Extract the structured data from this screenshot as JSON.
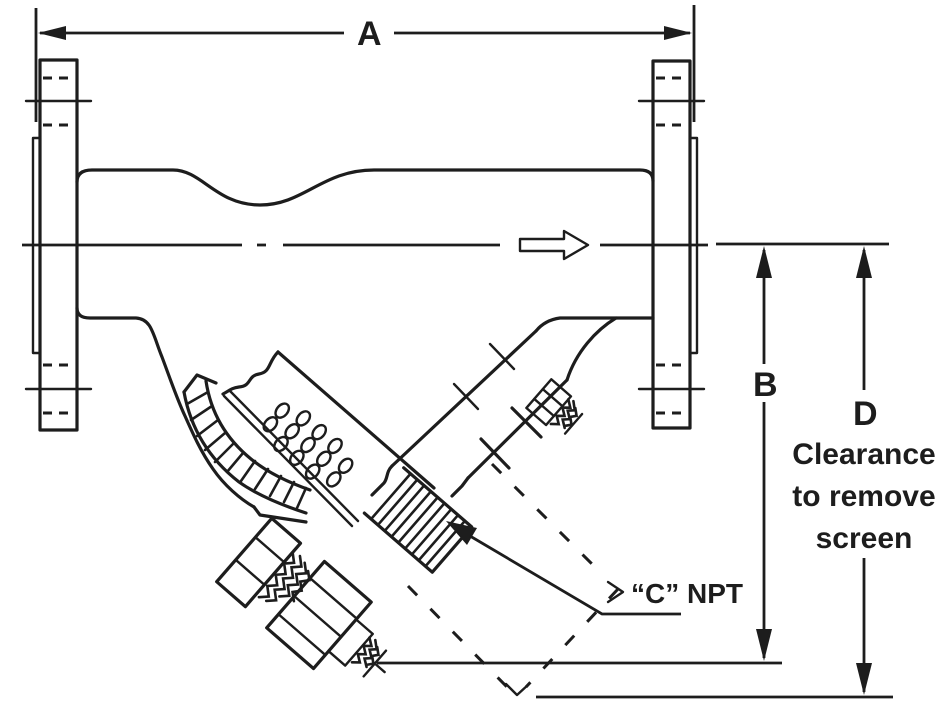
{
  "drawing": {
    "type": "technical-dimension-diagram",
    "subject": "Y-strainer with flanged ends, section view",
    "labels": {
      "dim_a": "A",
      "dim_b": "B",
      "dim_d": "D",
      "npt": "“C” NPT",
      "clearance_line1": "Clearance",
      "clearance_line2": "to remove",
      "clearance_line3": "screen"
    },
    "icons": [
      "flow-direction-arrow",
      "dimension-arrowhead",
      "leader-arrowhead",
      "screen-removal-chevron"
    ],
    "colors": {
      "line": "#1d1d1d",
      "background": "#ffffff"
    }
  }
}
